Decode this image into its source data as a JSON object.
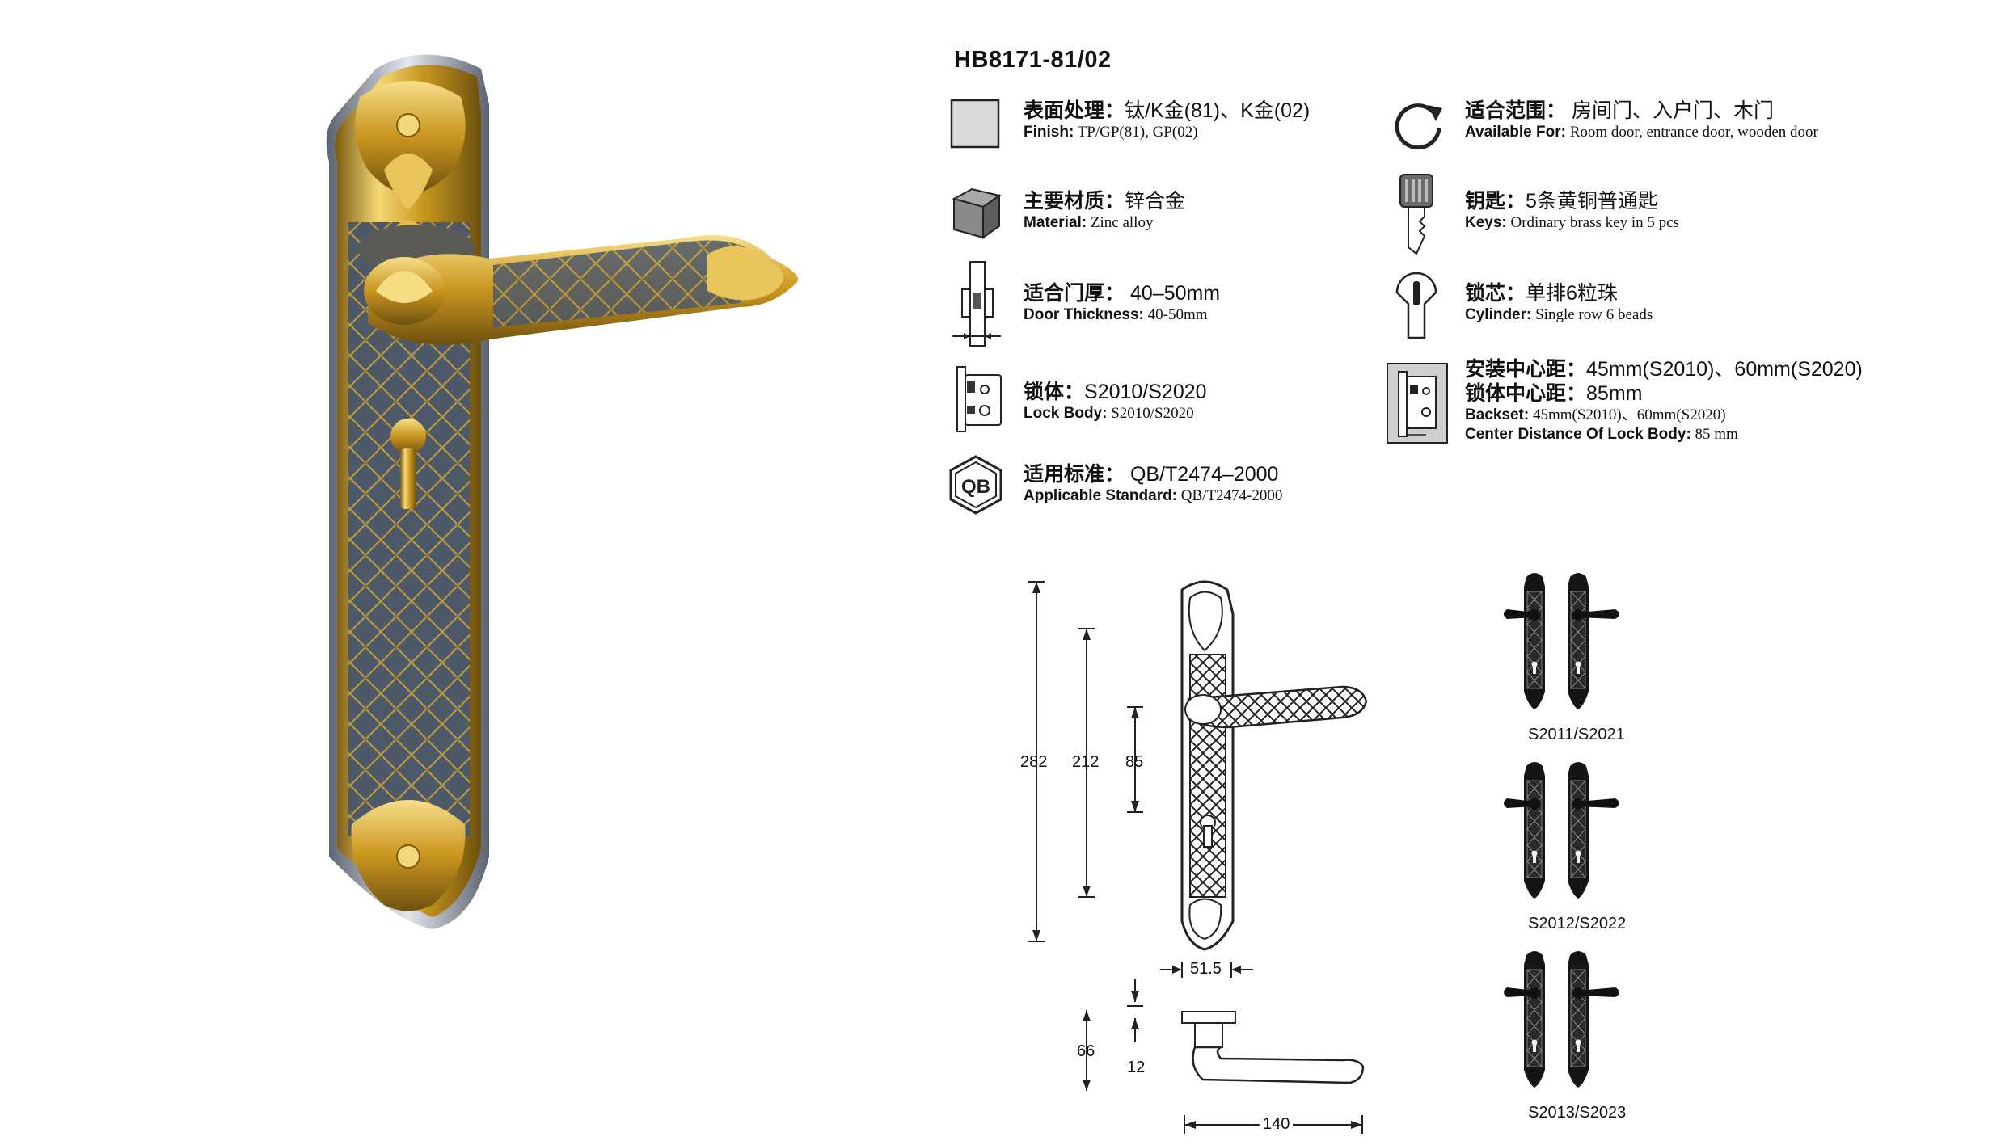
{
  "model": "HB8171-81/02",
  "specs": {
    "finish": {
      "cn_label": "表面处理：",
      "cn_value": "钛/K金(81)、K金(02)",
      "en_label": "Finish:",
      "en_value": " TP/GP(81), GP(02)"
    },
    "material": {
      "cn_label": "主要材质：",
      "cn_value": "锌合金",
      "en_label": "Material:",
      "en_value": " Zinc alloy"
    },
    "thickness": {
      "cn_label": "适合门厚：",
      "cn_value": " 40–50mm",
      "en_label": "Door Thickness:",
      "en_value": " 40-50mm"
    },
    "lockbody": {
      "cn_label": "锁体：",
      "cn_value": "S2010/S2020",
      "en_label": "Lock Body:",
      "en_value": " S2010/S2020"
    },
    "standard": {
      "cn_label": "适用标准：",
      "cn_value": " QB/T2474–2000",
      "en_label": "Applicable Standard:",
      "en_value": " QB/T2474-2000",
      "badge": "QB"
    },
    "scope": {
      "cn_label": "适合范围：",
      "cn_value": " 房间门、入户门、木门",
      "en_label": "Available For:",
      "en_value": " Room door, entrance door, wooden door"
    },
    "keys": {
      "cn_label": "钥匙：",
      "cn_value": "5条黄铜普通匙",
      "en_label": "Keys:",
      "en_value": " Ordinary brass key in 5 pcs"
    },
    "cylinder": {
      "cn_label": "锁芯：",
      "cn_value": "单排6粒珠",
      "en_label": "Cylinder:",
      "en_value": " Single row 6 beads"
    },
    "backset": {
      "cn_label1": "安装中心距：",
      "cn_value1": "45mm(S2010)、60mm(S2020)",
      "cn_label2": "锁体中心距：",
      "cn_value2": "85mm",
      "en_label1": "Backset:",
      "en_value1": " 45mm(S2010)、60mm(S2020)",
      "en_label2": "Center Distance Of Lock Body:",
      "en_value2": " 85 mm"
    }
  },
  "dimensions": {
    "total": "282",
    "mid": "212",
    "center": "85",
    "width": "51.5",
    "projection": "66",
    "thickness": "12",
    "length": "140"
  },
  "variants": [
    "S2011/S2021",
    "S2012/S2022",
    "S2013/S2023"
  ],
  "colors": {
    "gold": "#d9b23a",
    "gold_dark": "#8a6a12",
    "plate": "#4a5566",
    "lattice": "#b59a46",
    "silver": "#c9cdd4"
  }
}
